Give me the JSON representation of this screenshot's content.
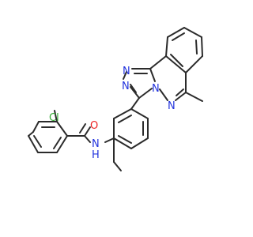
{
  "molecule": {
    "atoms": {
      "cl": "Cl",
      "o": "O",
      "n_amide": "N",
      "h_amide": "H",
      "n_tri1": "N",
      "n_tri2": "N",
      "n_bridge": "N",
      "n_diaz": "N"
    },
    "colors": {
      "bond": "#2b2b2b",
      "chlorine": "#33aa33",
      "oxygen": "#ee2222",
      "nitrogen": "#2233dd",
      "background": "#ffffff"
    }
  }
}
